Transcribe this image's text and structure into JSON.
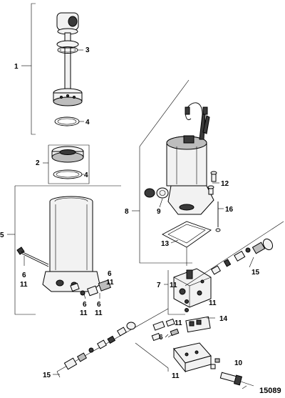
{
  "figure_number": "15089",
  "callouts": {
    "c1": "1",
    "c2": "2",
    "c3": "3",
    "c4a": "4",
    "c4b": "4",
    "c5": "5",
    "c6a": "6",
    "c6b": "6",
    "c6c": "6",
    "c6d": "6",
    "c6e": "6",
    "c7": "7",
    "c8": "8",
    "c9": "9",
    "c10": "10",
    "c11a": "11",
    "c11b": "11",
    "c11c": "11",
    "c11d": "11",
    "c11e": "11",
    "c11f": "11",
    "c11g": "11",
    "c11h": "11",
    "c12": "12",
    "c13": "13",
    "c14": "14",
    "c15a": "15",
    "c15b": "15",
    "c16": "16"
  }
}
